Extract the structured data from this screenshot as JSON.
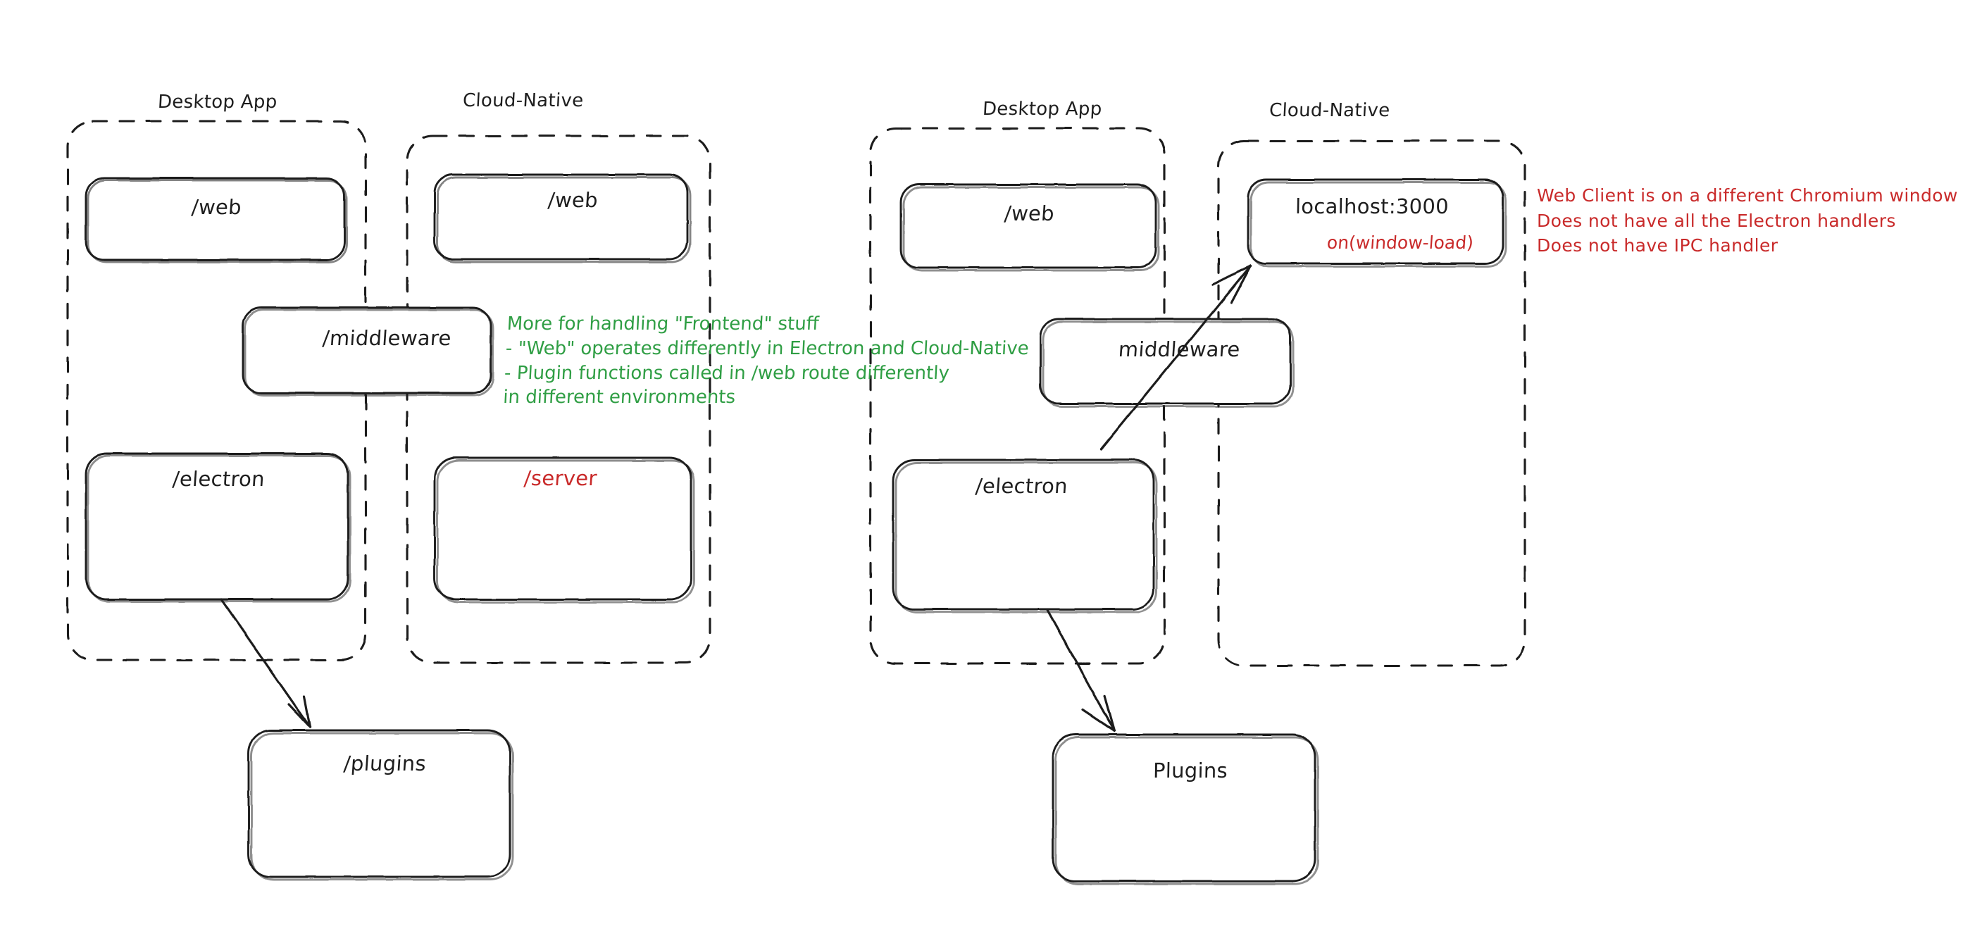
{
  "diagram": {
    "title_left_group_a": "Desktop App",
    "title_left_group_b": "Cloud-Native",
    "title_right_group_a": "Desktop App",
    "title_right_group_b": "Cloud-Native",
    "colors": {
      "stroke": "#1e1e1e",
      "red": "#c92a2a",
      "green": "#2f9e44",
      "background": "#ffffff"
    }
  },
  "left_diagram": {
    "groups": [
      {
        "name": "Desktop App",
        "label": "Desktop App"
      },
      {
        "name": "Cloud-Native",
        "label": "Cloud-Native"
      }
    ],
    "nodes": [
      {
        "id": "left-desktop-web",
        "label": "/web",
        "color": "black"
      },
      {
        "id": "left-cloud-web",
        "label": "/web",
        "color": "black"
      },
      {
        "id": "left-middleware",
        "label": "/middleware",
        "color": "black"
      },
      {
        "id": "left-electron",
        "label": "/electron",
        "color": "black"
      },
      {
        "id": "left-server",
        "label": "/server",
        "color": "red"
      },
      {
        "id": "left-plugins",
        "label": "/plugins",
        "color": "black"
      }
    ],
    "note_green": "More for handling \"Frontend\" stuff\n- \"Web\" operates differently in Electron and Cloud-Native\n- Plugin functions called in /web route differently\nin different environments"
  },
  "right_diagram": {
    "groups": [
      {
        "name": "Desktop App",
        "label": "Desktop App"
      },
      {
        "name": "Cloud-Native",
        "label": "Cloud-Native"
      }
    ],
    "nodes": [
      {
        "id": "right-desktop-web",
        "label": "/web",
        "color": "black"
      },
      {
        "id": "right-localhost",
        "label": "localhost:3000",
        "color": "black",
        "sublabel": "on(window-load)",
        "sublabel_color": "red"
      },
      {
        "id": "right-middleware",
        "label": "middleware",
        "color": "black"
      },
      {
        "id": "right-electron",
        "label": "/electron",
        "color": "black"
      },
      {
        "id": "right-plugins",
        "label": "Plugins",
        "color": "black"
      }
    ],
    "note_red": "Web Client is on a different Chromium window\nDoes not have all the Electron handlers\nDoes not have IPC handler"
  }
}
